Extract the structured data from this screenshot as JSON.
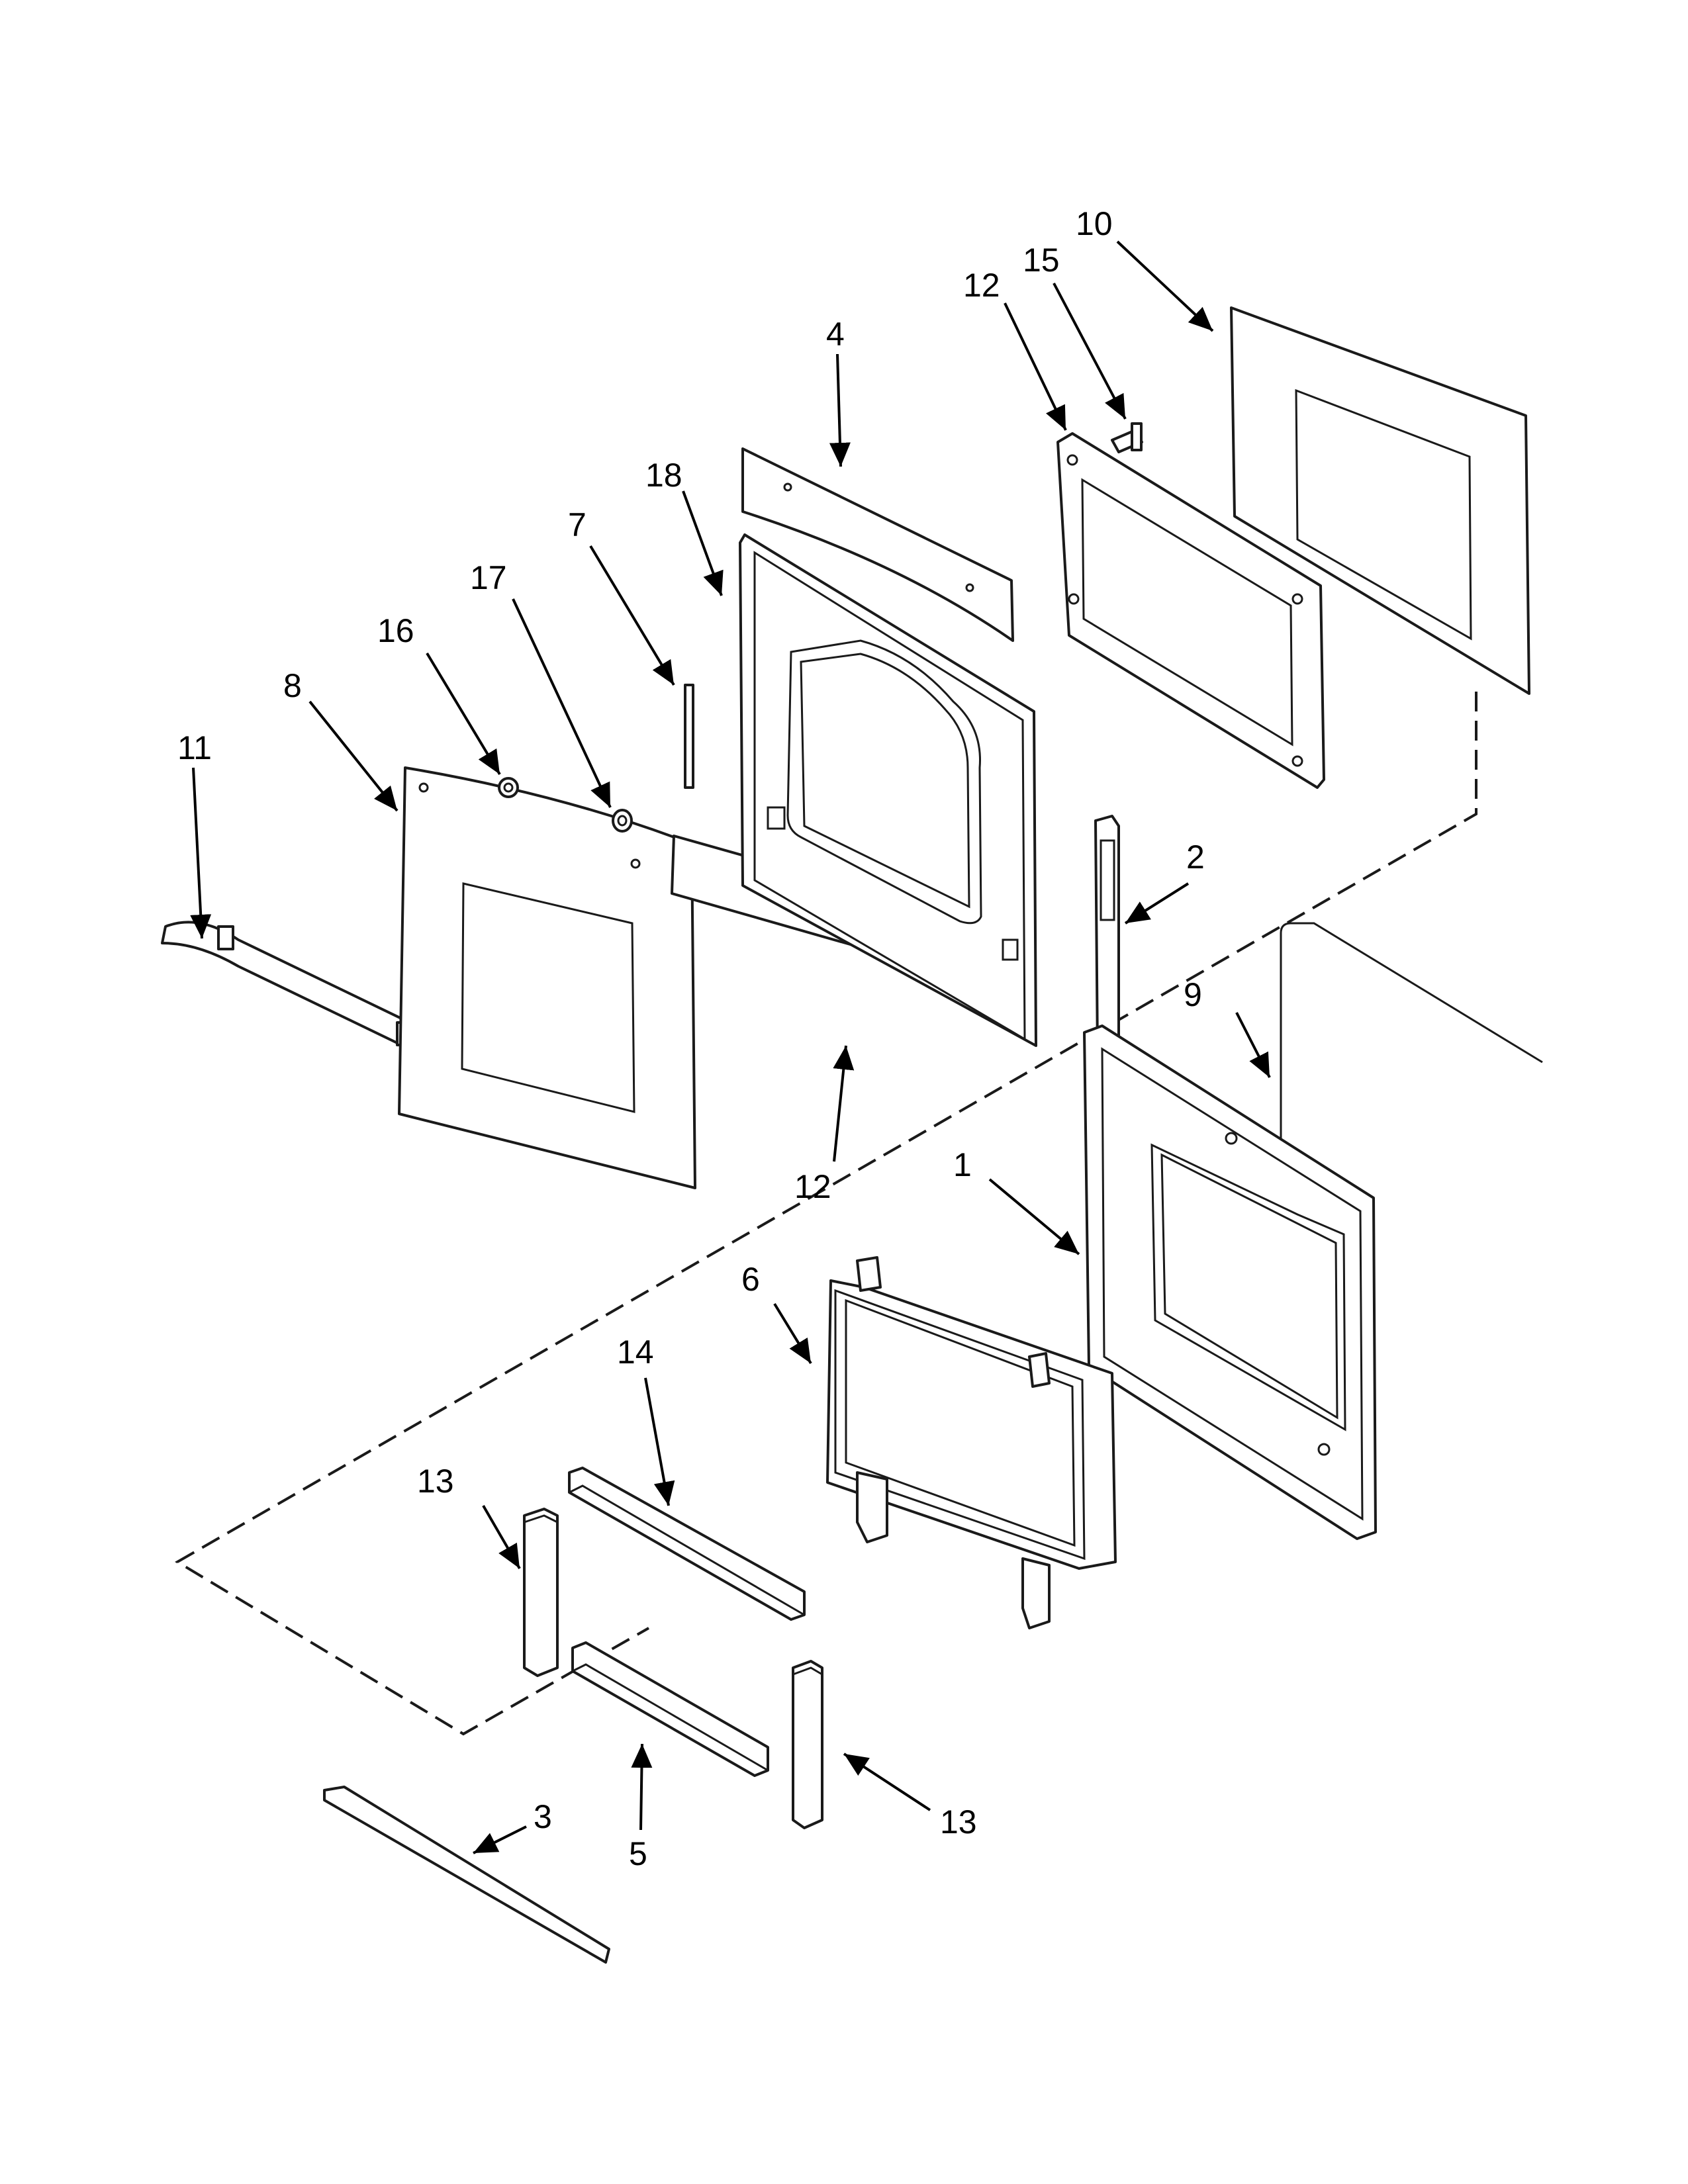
{
  "callouts": [
    {
      "id": "c1",
      "text": "1"
    },
    {
      "id": "c2",
      "text": "2"
    },
    {
      "id": "c3",
      "text": "3"
    },
    {
      "id": "c4",
      "text": "4"
    },
    {
      "id": "c5",
      "text": "5"
    },
    {
      "id": "c6",
      "text": "6"
    },
    {
      "id": "c7",
      "text": "7"
    },
    {
      "id": "c8",
      "text": "8"
    },
    {
      "id": "c9",
      "text": "9"
    },
    {
      "id": "c10",
      "text": "10"
    },
    {
      "id": "c11",
      "text": "11"
    },
    {
      "id": "c12a",
      "text": "12"
    },
    {
      "id": "c12b",
      "text": "12"
    },
    {
      "id": "c13a",
      "text": "13"
    },
    {
      "id": "c13b",
      "text": "13"
    },
    {
      "id": "c14",
      "text": "14"
    },
    {
      "id": "c15",
      "text": "15"
    },
    {
      "id": "c16",
      "text": "16"
    },
    {
      "id": "c17",
      "text": "17"
    },
    {
      "id": "c18",
      "text": "18"
    }
  ],
  "colors": {
    "line": "#1a1a1a",
    "background": "#ffffff"
  }
}
